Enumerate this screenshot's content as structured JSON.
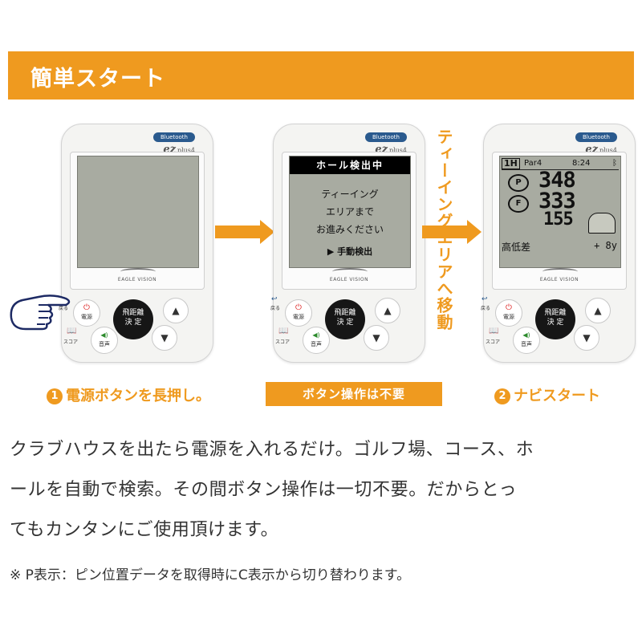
{
  "header": {
    "title": "簡単スタート"
  },
  "device": {
    "bluetooth_badge": "Bluetooth",
    "brand": "ez",
    "brand_suffix": "plus4",
    "logo": "EAGLE VISION",
    "power_label": "電源",
    "back_label": "戻る",
    "score_label": "スコア",
    "sound_label": "音声",
    "center_button_line1": "飛距離",
    "center_button_line2": "決 定",
    "up_icon": "▲",
    "down_icon": "▼"
  },
  "screen2": {
    "header": "ホール検出中",
    "lines": [
      "ティーイング",
      "エリアまで",
      "お進みください"
    ],
    "manual": "▶ 手動検出"
  },
  "screen3": {
    "hole": "1H",
    "par": "Par4",
    "time": "8:24",
    "bt_icon": "bluetooth-icon",
    "pin_icon_label": "P",
    "front_icon_label": "F",
    "pin_distance": "348",
    "front_distance": "333",
    "back_distance": "155",
    "elevation_label": "高低差",
    "elevation_value": "+ 8y"
  },
  "vertical_caption": "ティーイングエリアへ移動",
  "steps": {
    "step1_number": "1",
    "step1_text": "電源ボタンを長押し。",
    "no_button_text": "ボタン操作は不要",
    "step2_number": "2",
    "step2_text": "ナビスタート"
  },
  "body": {
    "line1": "クラブハウスを出たら電源を入れるだけ。ゴルフ場、コース、ホ",
    "line2": "ールを自動で検索。その間ボタン操作は一切不要。だからとっ",
    "line3": "てもカンタンにご使用頂けます。"
  },
  "note": "※  P表示：ピン位置データを取得時にC表示から切り替わります。",
  "colors": {
    "accent": "#ef9a1f",
    "lcd": "#a8aba1",
    "bluetooth": "#2a5a8e"
  }
}
